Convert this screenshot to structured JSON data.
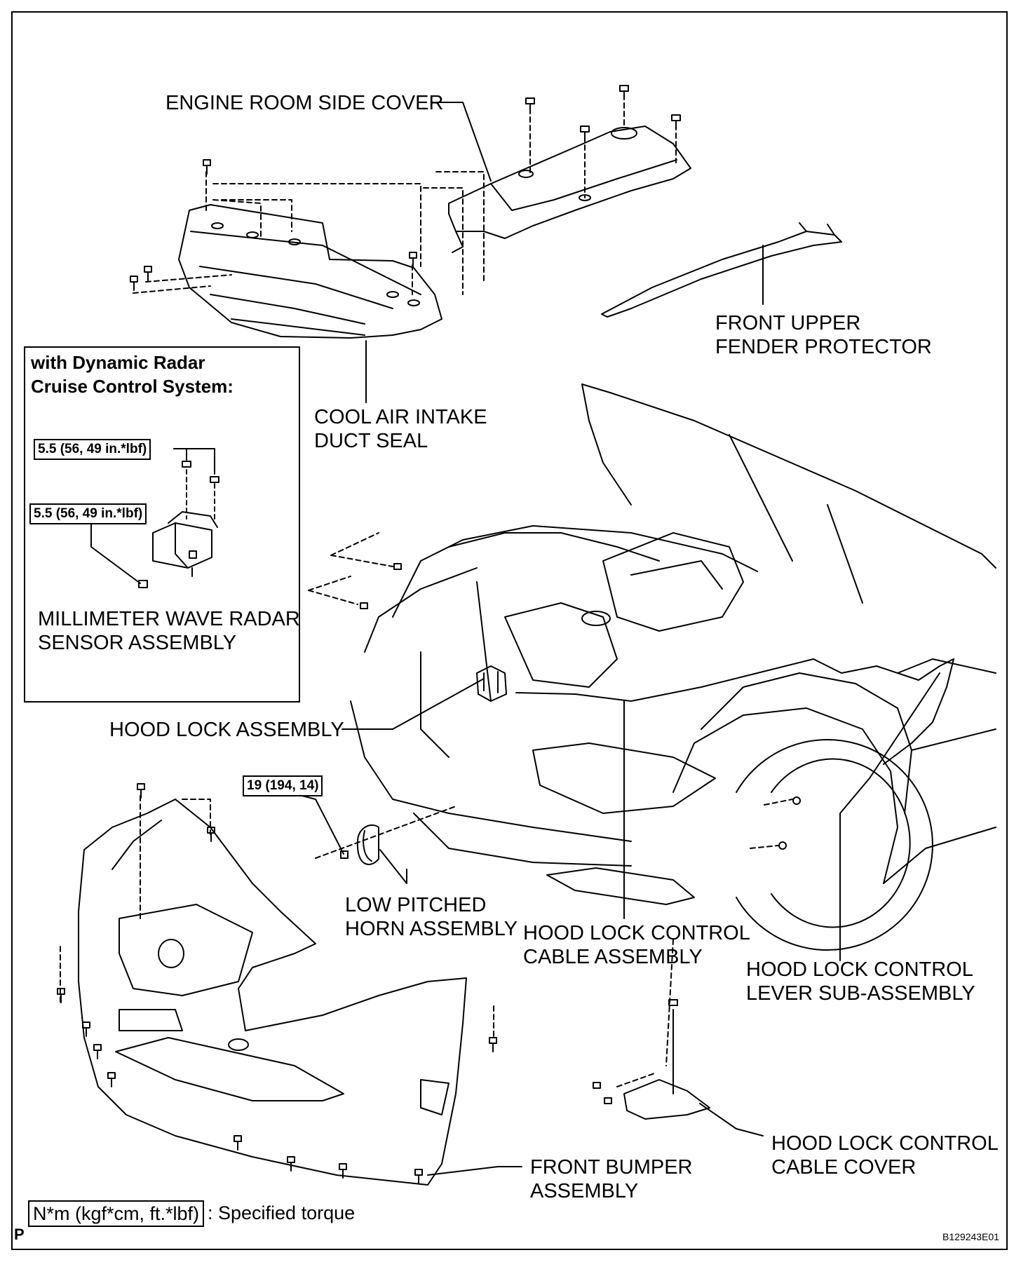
{
  "labels": {
    "engine_room_side_cover": "ENGINE ROOM SIDE COVER",
    "front_upper_fender_protector_1": "FRONT UPPER",
    "front_upper_fender_protector_2": "FENDER PROTECTOR",
    "cool_air_intake_duct_seal_1": "COOL AIR INTAKE",
    "cool_air_intake_duct_seal_2": "DUCT SEAL",
    "millimeter_wave_radar_1": "MILLIMETER WAVE RADAR",
    "millimeter_wave_radar_2": "SENSOR ASSEMBLY",
    "hood_lock_assembly": "HOOD LOCK ASSEMBLY",
    "low_pitched_horn_1": "LOW PITCHED",
    "low_pitched_horn_2": "HORN ASSEMBLY",
    "hood_lock_control_cable_1": "HOOD LOCK CONTROL",
    "hood_lock_control_cable_2": "CABLE ASSEMBLY",
    "hood_lock_control_lever_1": "HOOD LOCK CONTROL",
    "hood_lock_control_lever_2": "LEVER SUB-ASSEMBLY",
    "hood_lock_control_cable_cover_1": "HOOD LOCK CONTROL",
    "hood_lock_control_cable_cover_2": "CABLE COVER",
    "front_bumper_assembly_1": "FRONT BUMPER",
    "front_bumper_assembly_2": "ASSEMBLY"
  },
  "inset": {
    "title_1": "with Dynamic Radar",
    "title_2": "Cruise Control System:",
    "torque_upper": "5.5 (56, 49 in.*lbf)",
    "torque_lower": "5.5 (56, 49 in.*lbf)"
  },
  "torque_horn": "19 (194, 14)",
  "legend": {
    "box": "N*m (kgf*cm, ft.*lbf)",
    "text": ": Specified torque"
  },
  "corner_mark": "P",
  "figure_id": "B129243E01"
}
